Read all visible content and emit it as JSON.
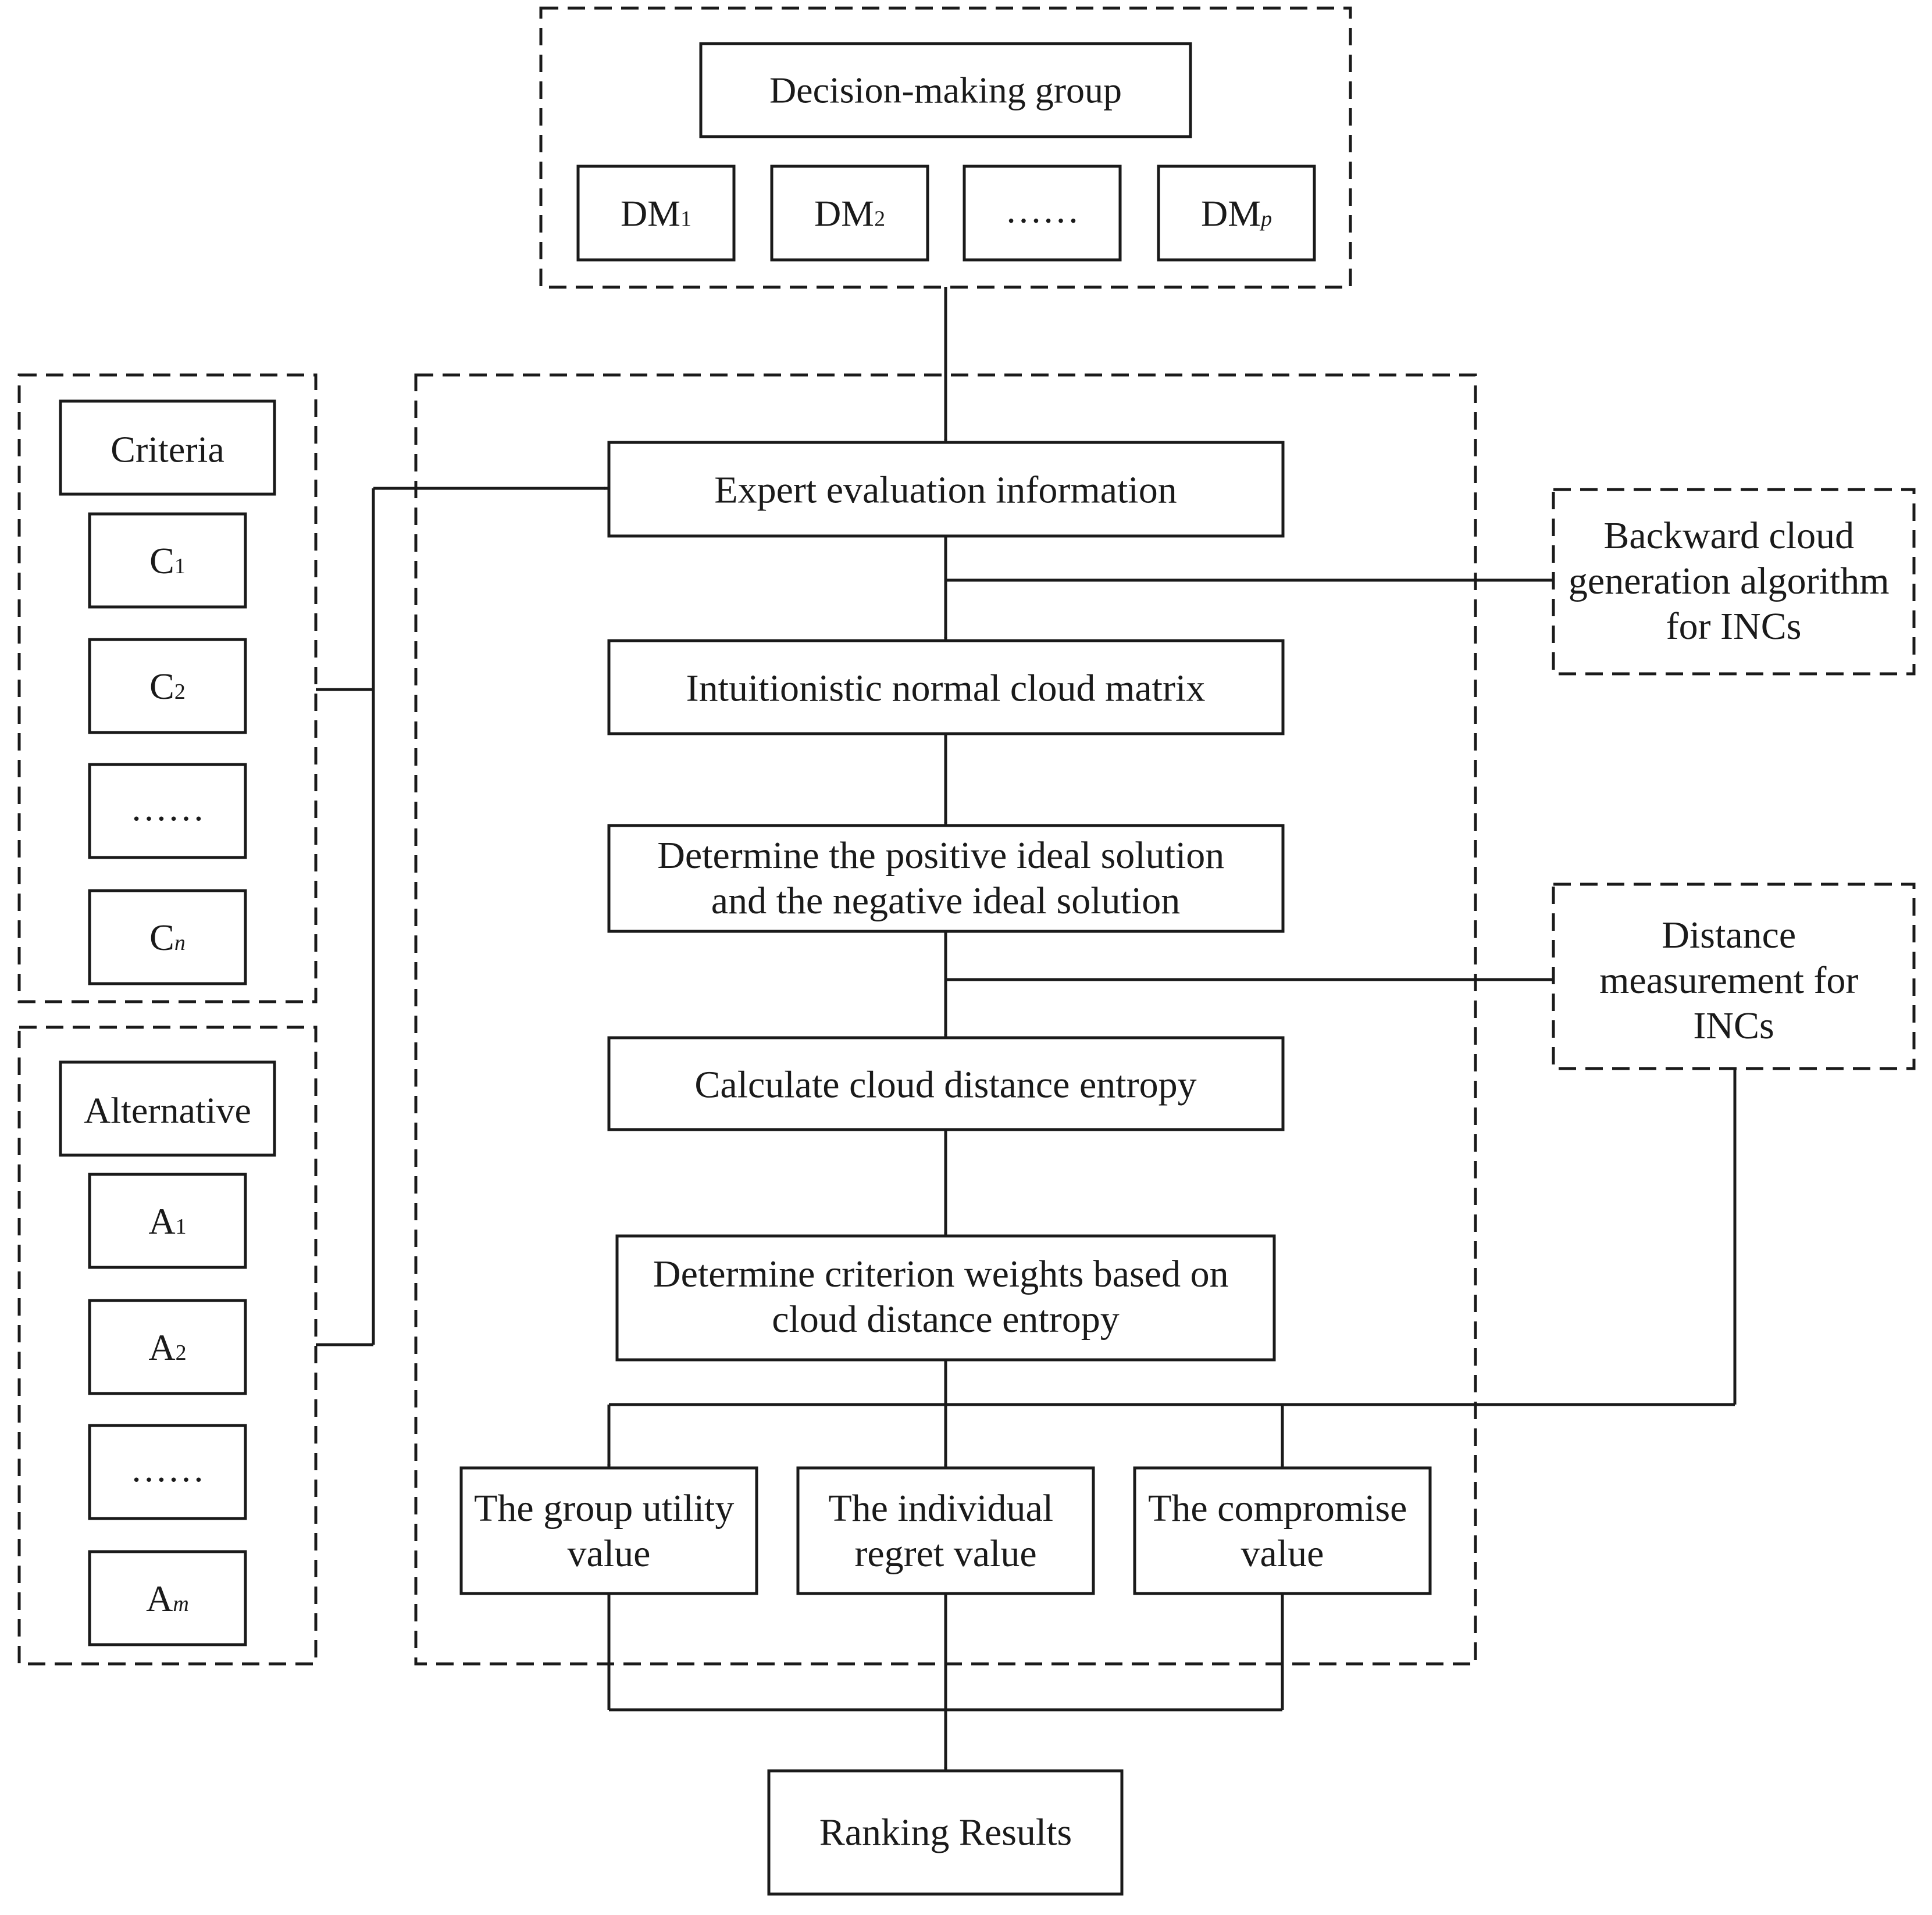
{
  "decision_group": {
    "title": "Decision-making group",
    "members": [
      {
        "base": "DM",
        "sub": "1",
        "italic": false
      },
      {
        "base": "DM",
        "sub": "2",
        "italic": false
      },
      {
        "base": "……",
        "sub": "",
        "italic": false
      },
      {
        "base": "DM",
        "sub": "p",
        "italic": true
      }
    ]
  },
  "criteria": {
    "title": "Criteria",
    "items": [
      {
        "base": "C",
        "sub": "1",
        "italic": false
      },
      {
        "base": "C",
        "sub": "2",
        "italic": false
      },
      {
        "base": "……",
        "sub": "",
        "italic": false
      },
      {
        "base": "C",
        "sub": "n",
        "italic": true
      }
    ]
  },
  "alternatives": {
    "title": "Alternative",
    "items": [
      {
        "base": "A",
        "sub": "1",
        "italic": false
      },
      {
        "base": "A",
        "sub": "2",
        "italic": false
      },
      {
        "base": "……",
        "sub": "",
        "italic": false
      },
      {
        "base": "A",
        "sub": "m",
        "italic": true
      }
    ]
  },
  "process": {
    "expert_evaluation": "Expert evaluation information",
    "cloud_matrix": "Intuitionistic normal cloud matrix",
    "ideal_solution": [
      "Determine the positive ideal solution",
      "and the negative ideal solution"
    ],
    "distance_entropy": "Calculate cloud distance entropy",
    "criterion_weights": [
      "Determine criterion weights based on",
      "cloud distance entropy"
    ],
    "group_utility": [
      "The group utility",
      "value"
    ],
    "individual_regret": [
      "The individual",
      "regret value"
    ],
    "compromise": [
      "The compromise",
      "value"
    ]
  },
  "side": {
    "backward_cloud": [
      "Backward cloud",
      "generation algorithm",
      "for INCs"
    ],
    "distance_measurement": [
      "Distance",
      "measurement for",
      "INCs"
    ]
  },
  "result": "Ranking Results"
}
